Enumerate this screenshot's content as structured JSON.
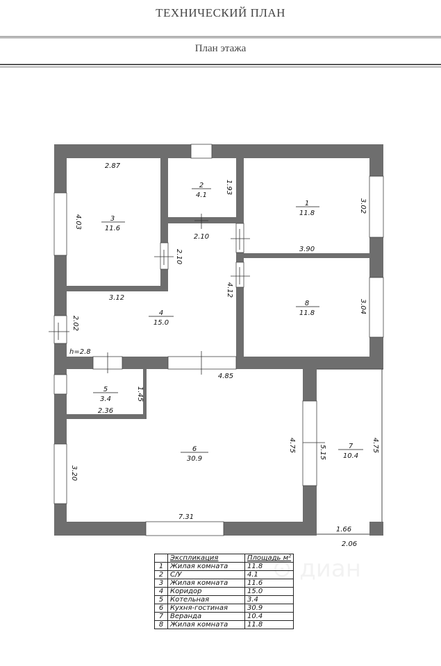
{
  "header": {
    "title": "ТЕХНИЧЕСКИЙ ПЛАН",
    "subtitle": "План этажа"
  },
  "rooms": [
    {
      "no": "1",
      "area": "11.8"
    },
    {
      "no": "2",
      "area": "4.1"
    },
    {
      "no": "3",
      "area": "11.6"
    },
    {
      "no": "4",
      "area": "15.0"
    },
    {
      "no": "5",
      "area": "3.4"
    },
    {
      "no": "6",
      "area": "30.9"
    },
    {
      "no": "7",
      "area": "10.4"
    },
    {
      "no": "8",
      "area": "11.8"
    }
  ],
  "dimensions": {
    "r3_top": "2.87",
    "r3_side": "4.03",
    "r2_side": "1.93",
    "r1_side": "3.02",
    "corr_2_10": "2.10",
    "corr_2_10b": "2.10",
    "r1_bottom": "3.90",
    "r3_bottom": "3.12",
    "corr_4_12": "4.12",
    "r8_side": "3.04",
    "r4_side": "2.02",
    "height": "h=2.8",
    "r6_top": "4.85",
    "r5_side": "1.45",
    "r5_bottom": "2.36",
    "r6_side": "3.20",
    "r6_right": "4.75",
    "r7_left": "5.15",
    "r7_right": "4.75",
    "r6_bottom": "7.31",
    "r7_bottom_in": "1.66",
    "r7_bottom_out": "2.06"
  },
  "legend": {
    "header_name": "Экспликация",
    "header_area": "Площадь м²",
    "rows": [
      {
        "no": "1",
        "name": "Жилая комната",
        "area": "11.8"
      },
      {
        "no": "2",
        "name": "С/У",
        "area": "4.1"
      },
      {
        "no": "3",
        "name": "Жилая комната",
        "area": "11.6"
      },
      {
        "no": "4",
        "name": "Коридор",
        "area": "15.0"
      },
      {
        "no": "5",
        "name": "Котельная",
        "area": "3.4"
      },
      {
        "no": "6",
        "name": "Кухня-гостиная",
        "area": "30.9"
      },
      {
        "no": "7",
        "name": "Веранда",
        "area": "10.4"
      },
      {
        "no": "8",
        "name": "Жилая комната",
        "area": "11.8"
      }
    ]
  },
  "colors": {
    "wall": "#6e6e6e",
    "line": "#111111"
  }
}
